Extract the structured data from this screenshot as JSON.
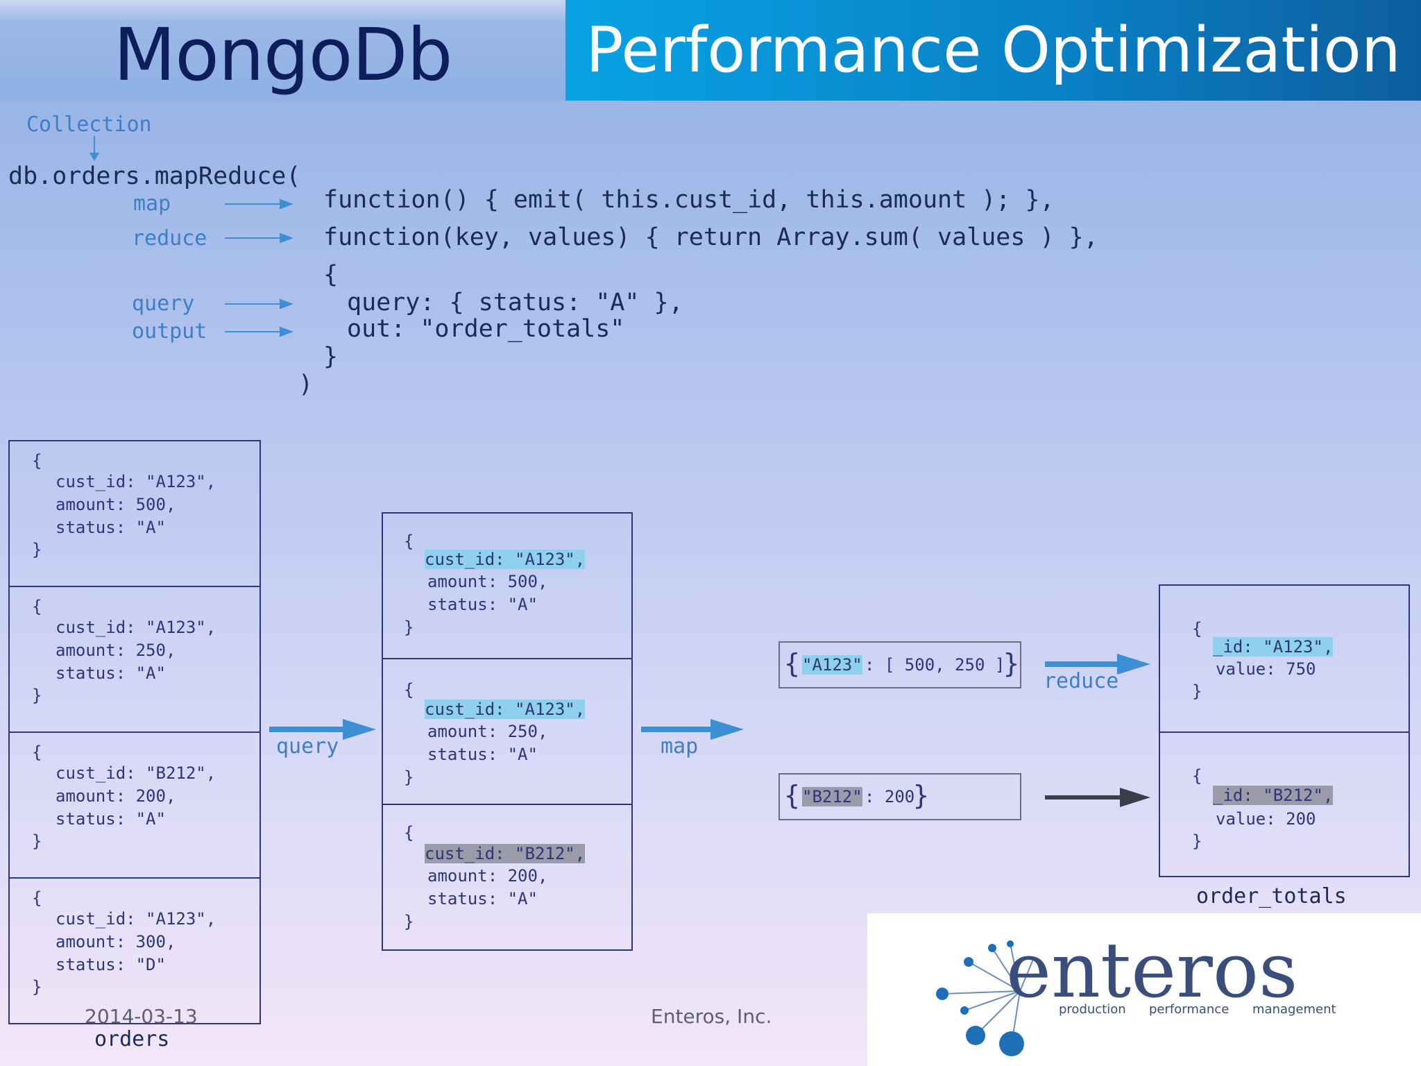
{
  "header": {
    "left_title": "MongoDb",
    "right_title": "Performance Optimization"
  },
  "code": {
    "collection_label": "Collection",
    "call": "db.orders.mapReduce(",
    "labels": {
      "map": "map",
      "reduce": "reduce",
      "query": "query",
      "output": "output"
    },
    "map_fn": "function() { emit( this.cust_id, this.amount ); },",
    "reduce_fn": "function(key, values) { return Array.sum( values ) },",
    "open_brace": "{",
    "query_line": "query: { status: \"A\" },",
    "out_line": "out: \"order_totals\"",
    "close_brace": "}",
    "close_paren": ")"
  },
  "orders": {
    "label": "orders",
    "docs": [
      {
        "cust_id": "cust_id: \"A123\",",
        "amount": "amount: 500,",
        "status": "status: \"A\""
      },
      {
        "cust_id": "cust_id: \"A123\",",
        "amount": "amount: 250,",
        "status": "status: \"A\""
      },
      {
        "cust_id": "cust_id: \"B212\",",
        "amount": "amount: 200,",
        "status": "status: \"A\""
      },
      {
        "cust_id": "cust_id: \"A123\",",
        "amount": "amount: 300,",
        "status": "status: \"D\""
      }
    ]
  },
  "filtered": {
    "docs": [
      {
        "cust_id": "cust_id: \"A123\",",
        "amount": "amount: 500,",
        "status": "status: \"A\""
      },
      {
        "cust_id": "cust_id: \"A123\",",
        "amount": "amount: 250,",
        "status": "status: \"A\""
      },
      {
        "cust_id": "cust_id: \"B212\",",
        "amount": "amount: 200,",
        "status": "status: \"A\""
      }
    ]
  },
  "arrows": {
    "query": "query",
    "map": "map",
    "reduce": "reduce"
  },
  "mapped": {
    "a_key": "\"A123\"",
    "a_rest": ": [ 500, 250 ]",
    "b_key": "\"B212\"",
    "b_rest": ": 200"
  },
  "results": {
    "label": "order_totals",
    "docs": [
      {
        "id": "_id: \"A123\",",
        "value": "value: 750"
      },
      {
        "id": "_id: \"B212\",",
        "value": "value: 200"
      }
    ]
  },
  "footer": {
    "date": "2014-03-13",
    "company": "Enteros, Inc."
  },
  "logo": {
    "name": "enteros",
    "tagline_1": "production",
    "tagline_2": "performance",
    "tagline_3": "management"
  },
  "colors": {
    "accent_blue": "#3c8fd4",
    "title_dark": "#0e1d5c",
    "highlight_blue": "#8fd0ec",
    "highlight_gray": "#9a9aa8"
  }
}
